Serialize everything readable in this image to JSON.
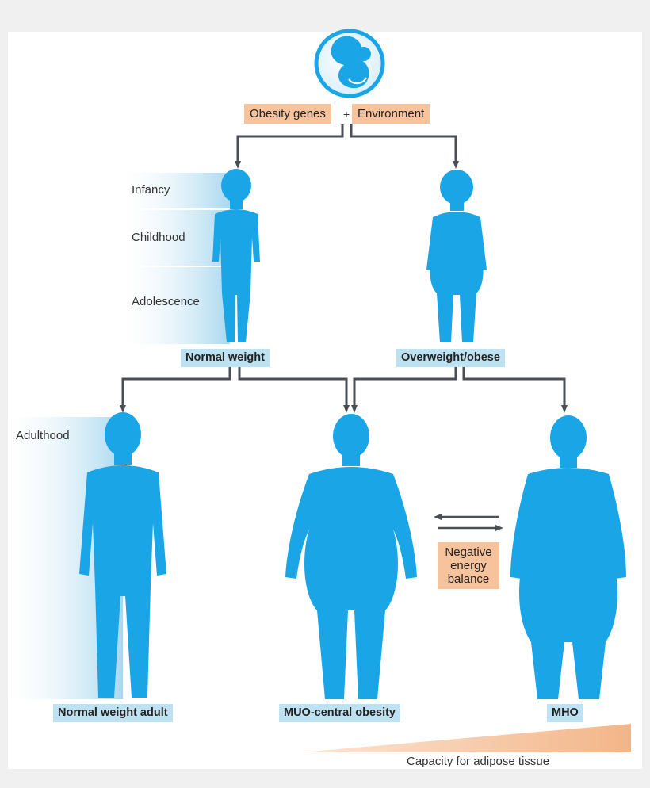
{
  "top": {
    "genes_label": "Obesity genes",
    "plus": "+",
    "environment_label": "Environment"
  },
  "stages": {
    "infancy": "Infancy",
    "childhood": "Childhood",
    "adolescence": "Adolescence",
    "adulthood": "Adulthood"
  },
  "children": {
    "normal_label": "Normal weight",
    "overweight_label": "Overweight/obese"
  },
  "adults": {
    "normal_adult_label": "Normal weight adult",
    "muo_label": "MUO-central obesity",
    "mho_label": "MHO"
  },
  "transition": {
    "label": "Negative energy balance"
  },
  "capacity": {
    "label": "Capacity for adipose tissue"
  },
  "colors": {
    "figure_blue": "#1aa6e6",
    "label_blue": "#bfe2f3",
    "label_orange": "#f7c39d",
    "arrow_gray": "#4a4f55"
  }
}
